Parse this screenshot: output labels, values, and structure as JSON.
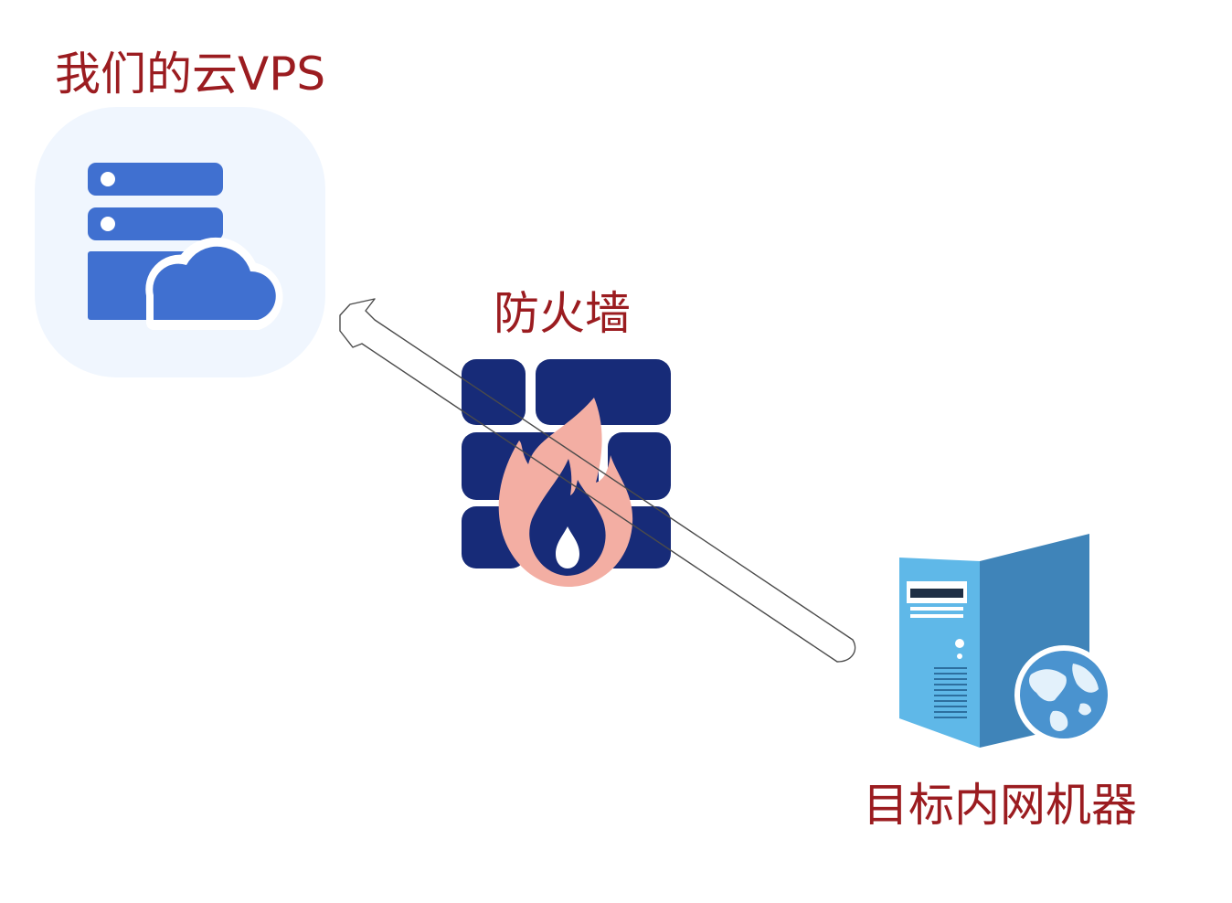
{
  "labels": {
    "vps": "我们的云VPS",
    "firewall": "防火墙",
    "target": "目标内网机器"
  },
  "icons": {
    "vps": "cloud-server-icon",
    "firewall": "firewall-flame-icon",
    "target": "server-globe-icon",
    "connection": "connection-arrow-icon"
  },
  "colors": {
    "label": "#9b1c20",
    "vps_bg": "#f0f6fe",
    "vps_fg": "#4070d0",
    "brick": "#172b78",
    "flame": "#f3aea3",
    "server_front": "#5fb8e8",
    "server_side": "#3f84b9",
    "globe": "#4a93cf"
  }
}
